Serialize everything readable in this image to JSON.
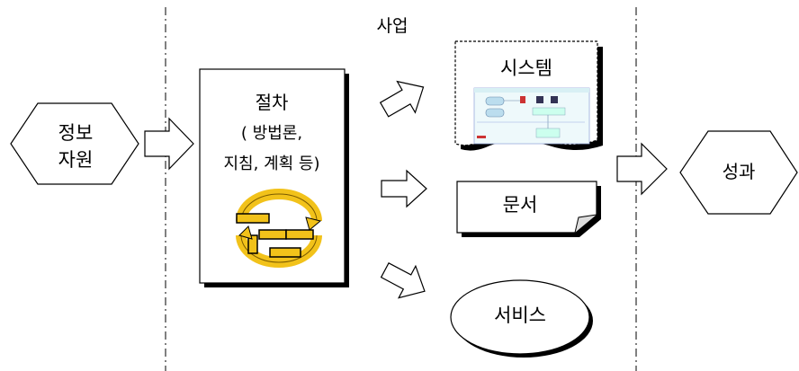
{
  "diagram": {
    "business_label": "사업",
    "input": {
      "line1": "정보",
      "line2": "자원"
    },
    "procedure": {
      "title": "절차",
      "line2": "( 방법론,",
      "line3": "지침, 계획 등)"
    },
    "outputs": {
      "system": "시스템",
      "document": "문서",
      "service": "서비스"
    },
    "result": "성과",
    "colors": {
      "line": "#000000",
      "shadow": "#000000",
      "process_icon_fill": "#f2c21a",
      "screenshot_accent": "#d8f0f4"
    }
  }
}
